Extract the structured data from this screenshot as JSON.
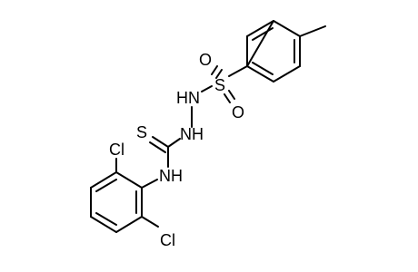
{
  "atoms": {
    "sulfur": "S",
    "sulfonyl_oxygen_top": "O",
    "sulfonyl_oxygen_bottom": "O",
    "hydrazine_nh_upper": "HN",
    "hydrazine_nh_lower": "NH",
    "thione_sulfur": "S",
    "amide_nh": "NH",
    "chlorine_top": "Cl",
    "chlorine_bottom": "Cl"
  },
  "colors": {
    "bond": "#000000",
    "label": "#000000",
    "background": "#ffffff"
  }
}
